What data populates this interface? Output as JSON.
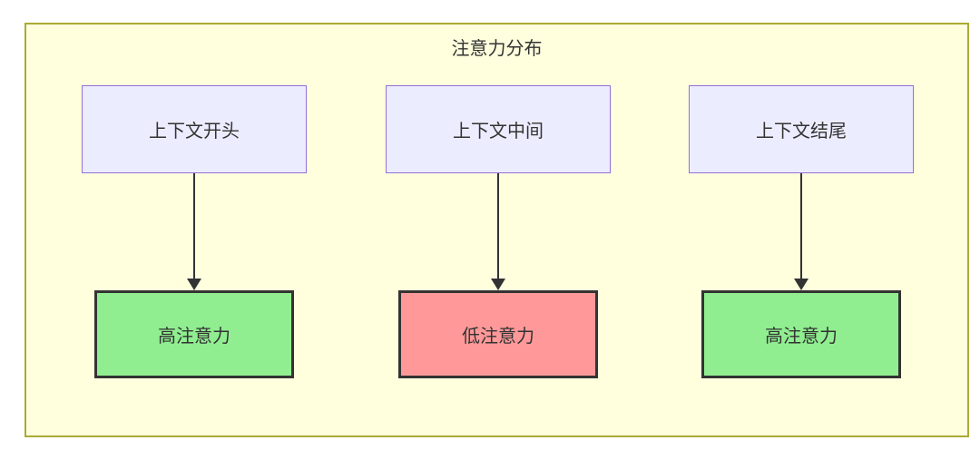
{
  "diagram": {
    "title": "注意力分布",
    "columns": [
      {
        "source_label": "上下文开头",
        "result_label": "高注意力",
        "result_type": "high"
      },
      {
        "source_label": "上下文中间",
        "result_label": "低注意力",
        "result_type": "low"
      },
      {
        "source_label": "上下文结尾",
        "result_label": "高注意力",
        "result_type": "high"
      }
    ],
    "colors": {
      "container_bg": "#ffffde",
      "container_border": "#aaaa33",
      "source_fill": "#ececff",
      "source_border": "#9370db",
      "high_attention_fill": "#90ee90",
      "low_attention_fill": "#ff9999",
      "result_border": "#333333",
      "arrow": "#333333",
      "text": "#333333"
    }
  }
}
